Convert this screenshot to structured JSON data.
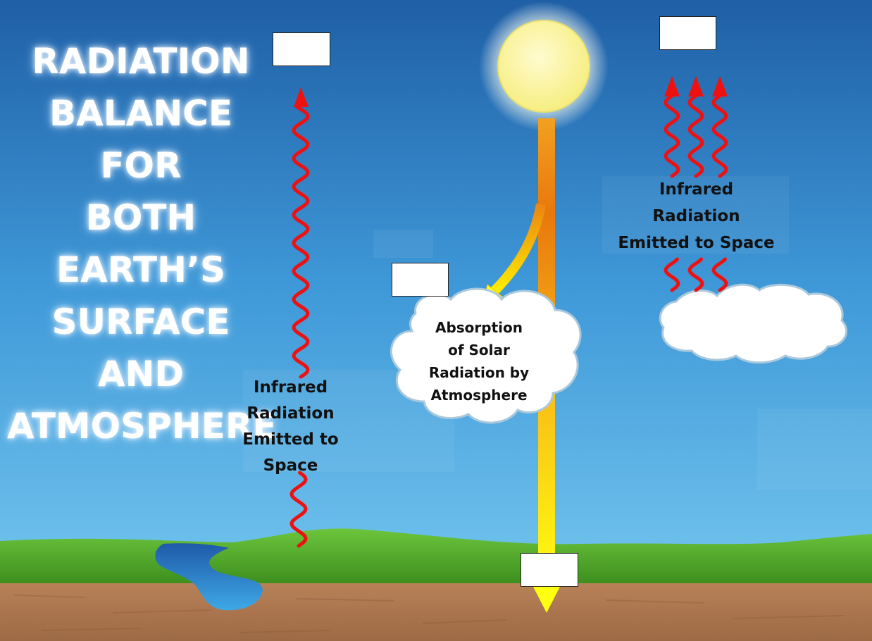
{
  "title": {
    "lines": [
      "RADIATION",
      "BALANCE FOR",
      "BOTH",
      "EARTH’S",
      "SURFACE AND",
      "ATMOSPHERE"
    ]
  },
  "labels": {
    "left_infrared": [
      "Infrared",
      "Radiation",
      "Emitted to",
      "Space"
    ],
    "absorption": [
      "Absorption",
      "of Solar",
      "Radiation by",
      "Atmosphere"
    ],
    "right_infrared": [
      "Infrared",
      "Radiation",
      "Emitted to Space"
    ]
  },
  "answer_boxes": [
    "",
    "",
    "",
    ""
  ],
  "colors": {
    "sky_top": "#1f5fa6",
    "sky_bottom": "#6cc3ee",
    "grass": "#4fa528",
    "soil": "#b07a4f",
    "sun": "#fbf7a0",
    "beam_top": "#f08a10",
    "beam_bottom": "#ffff00",
    "infrared_wave": "#ee1111",
    "water": "#2a6fc0"
  },
  "icons": [
    "sun-icon",
    "cloud-icon",
    "infrared-wave-icon",
    "solar-beam-arrow-icon",
    "water-stream-icon"
  ]
}
